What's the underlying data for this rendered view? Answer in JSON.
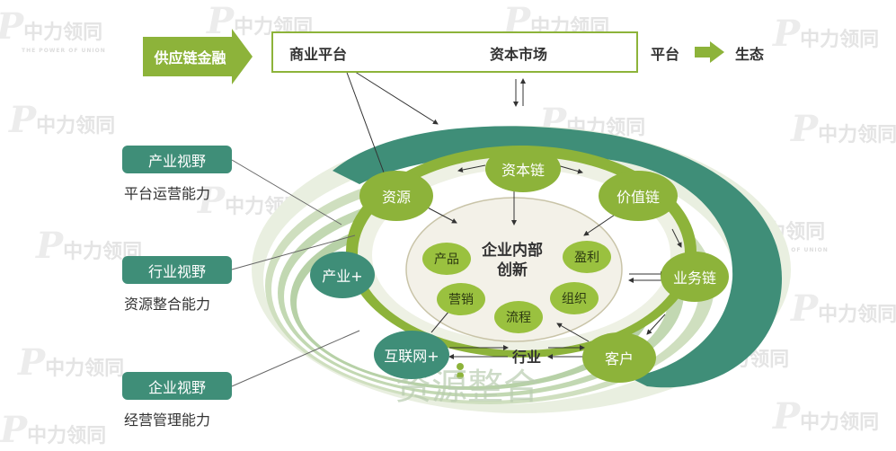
{
  "watermark": {
    "text": "中力领同",
    "subtitle": "THE POWER OF UNION"
  },
  "supply_chain": {
    "label": "供应链金融"
  },
  "top_bar": {
    "business_platform": "商业平台",
    "capital_market": "资本市场",
    "platform": "平台",
    "ecology": "生态"
  },
  "perspectives": [
    {
      "title": "产业视野",
      "capability": "平台运营能力"
    },
    {
      "title": "行业视野",
      "capability": "资源整合能力"
    },
    {
      "title": "企业视野",
      "capability": "经营管理能力"
    }
  ],
  "outer_nodes": {
    "resource": "资源",
    "capital_chain": "资本链",
    "value_chain": "价值链",
    "business_chain": "业务链",
    "customer": "客户",
    "industry_plus": "产业+",
    "internet_plus": "互联网+",
    "sector": "行业"
  },
  "core": {
    "title_line1": "企业内部",
    "title_line2": "创新",
    "items": {
      "product": "产品",
      "profit": "盈利",
      "marketing": "营销",
      "organization": "组织",
      "process": "流程"
    }
  },
  "background_text": "资源整合",
  "colors": {
    "green": "#8db33a",
    "dark_teal": "#3f8e78",
    "light_ring": "#e9efe0",
    "core_fill": "#f3f1e8"
  }
}
